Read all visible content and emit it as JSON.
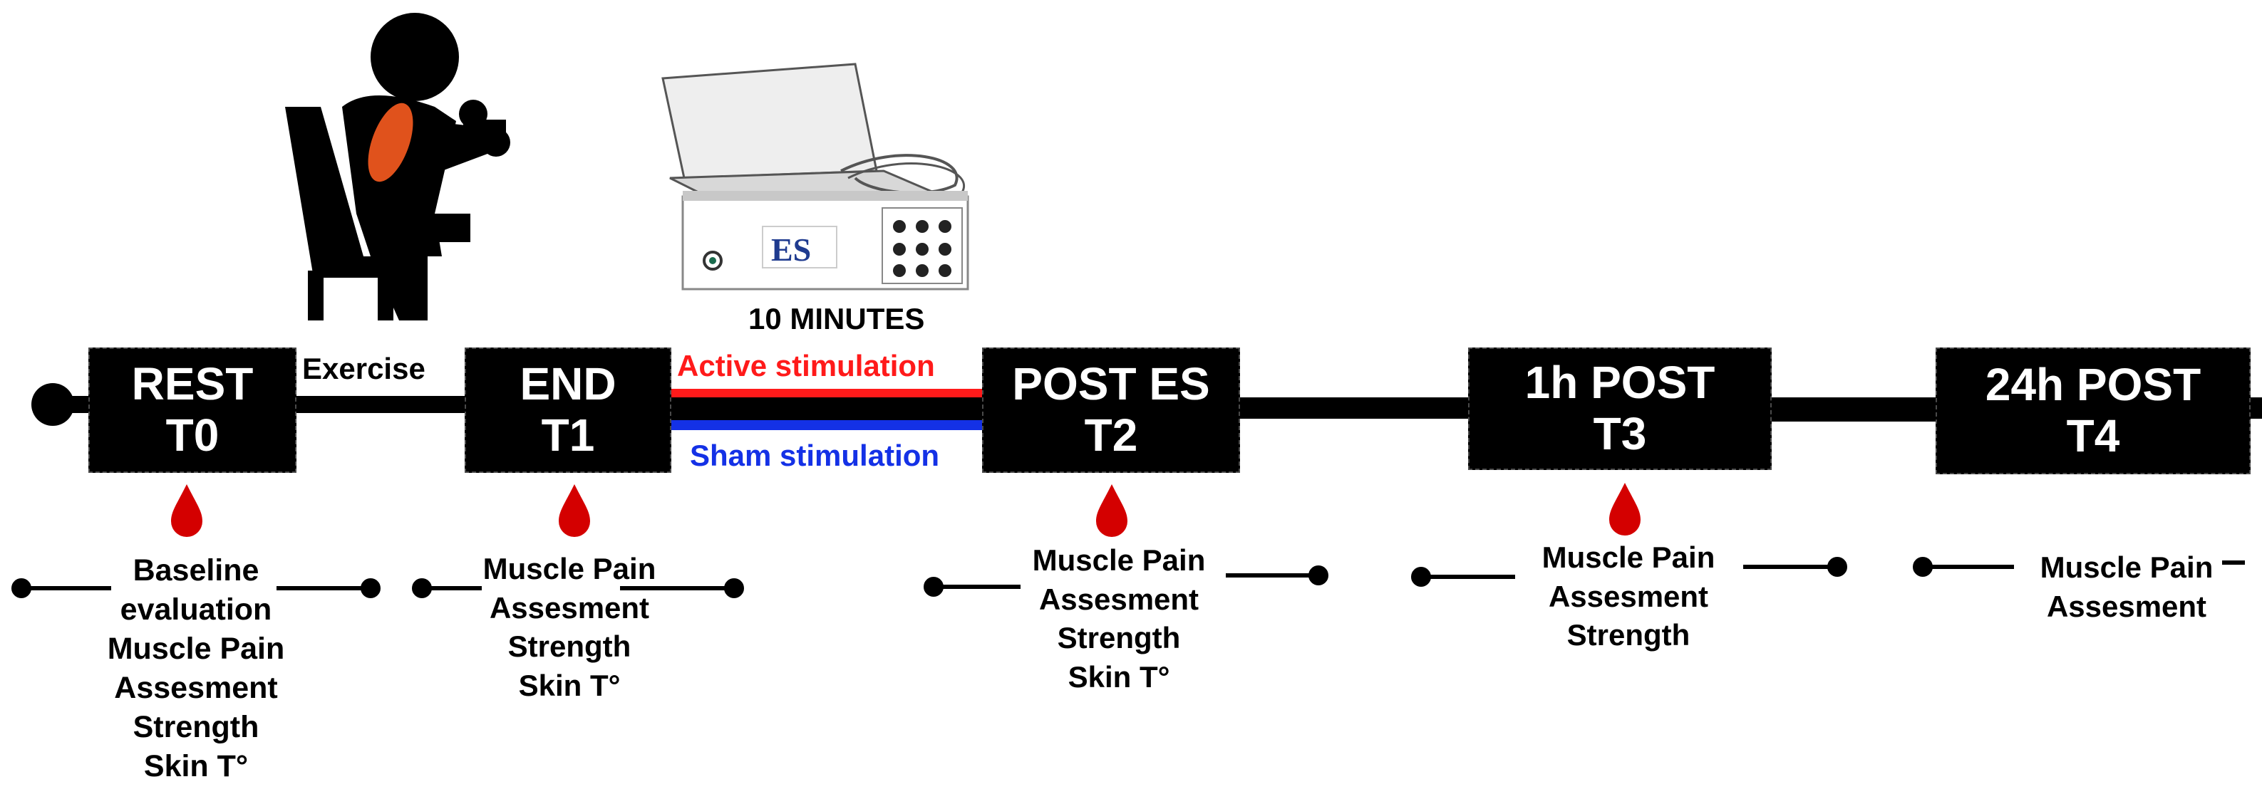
{
  "steps": [
    {
      "name": "REST",
      "code": "T0",
      "assessments": [
        "Baseline",
        "evaluation",
        "Muscle Pain",
        "Assesment",
        "Strength",
        "Skin T°"
      ]
    },
    {
      "name": "END",
      "code": "T1",
      "assessments": [
        "Muscle Pain",
        "Assesment",
        "Strength",
        "Skin T°"
      ]
    },
    {
      "name": "POST ES",
      "code": "T2",
      "assessments": [
        "Muscle Pain",
        "Assesment",
        "Strength",
        "Skin T°"
      ]
    },
    {
      "name": "1h POST",
      "code": "T3",
      "assessments": [
        "Muscle Pain",
        "Assesment",
        "Strength"
      ]
    },
    {
      "name": "24h POST",
      "code": "T4",
      "assessments": [
        "Muscle Pain",
        "Assesment"
      ]
    }
  ],
  "exercise_label": "Exercise",
  "duration_label": "10 MINUTES",
  "device_label": "ES",
  "active_label": "Active stimulation",
  "sham_label": "Sham stimulation",
  "colors": {
    "active": "#ff1a1a",
    "sham": "#1431e6",
    "blood": "#d40000",
    "muscle": "#e0521c",
    "timeline": "#000000"
  },
  "icons": [
    "person-exercising-icon",
    "electrostimulation-device-icon",
    "blood-drop-icon"
  ]
}
